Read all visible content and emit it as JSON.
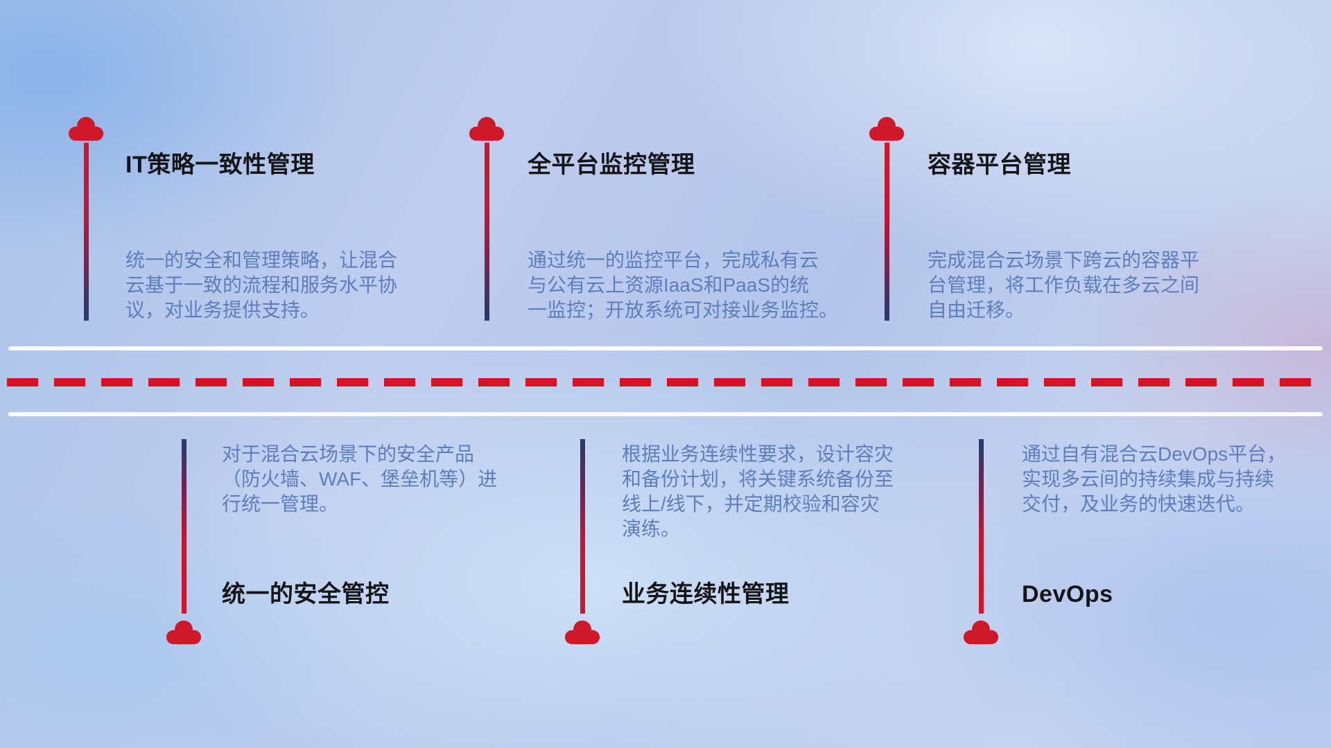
{
  "top": [
    {
      "title": "IT策略一致性管理",
      "desc": "统一的安全和管理策略，让混合\n云基于一致的流程和服务水平协\n议，对业务提供支持。"
    },
    {
      "title": "全平台监控管理",
      "desc": "通过统一的监控平台，完成私有云\n与公有云上资源IaaS和PaaS的统\n一监控；开放系统可对接业务监控。"
    },
    {
      "title": "容器平台管理",
      "desc": "完成混合云场景下跨云的容器平\n台管理，将工作负载在多云之间\n自由迁移。"
    }
  ],
  "bottom": [
    {
      "title": "统一的安全管控",
      "desc": "对于混合云场景下的安全产品\n（防火墙、WAF、堡垒机等）进\n行统一管理。"
    },
    {
      "title": "业务连续性管理",
      "desc": "根据业务连续性要求，设计容灾\n和备份计划，将关键系统备份至\n线上/线下，并定期校验和容灾\n演练。"
    },
    {
      "title": "DevOps",
      "desc": "通过自有混合云DevOps平台，\n实现多云间的持续集成与持续\n交付，及业务的快速迭代。"
    }
  ],
  "colors": {
    "cloud_red": "#d0182b",
    "dash_red": "#d41426",
    "stem_navy": "#2b3a6a",
    "title_text": "#151517",
    "desc_text": "#5e7dbb"
  }
}
